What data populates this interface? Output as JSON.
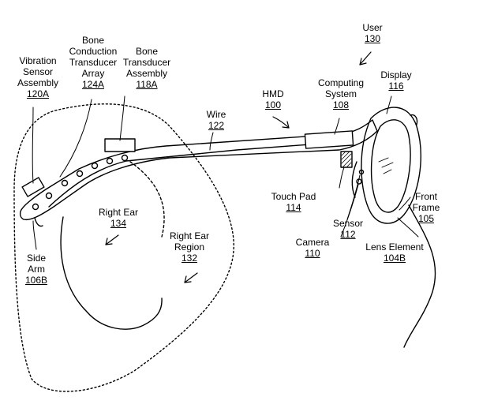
{
  "labels": {
    "vibration_sensor": {
      "lines": [
        "Vibration",
        "Sensor",
        "Assembly"
      ],
      "number": "120A"
    },
    "bone_conduction": {
      "lines": [
        "Bone",
        "Conduction",
        "Transducer",
        "Array"
      ],
      "number": "124A"
    },
    "bone_transducer": {
      "lines": [
        "Bone",
        "Transducer",
        "Assembly"
      ],
      "number": "118A"
    },
    "wire": {
      "lines": [
        "Wire"
      ],
      "number": "122"
    },
    "hmd": {
      "lines": [
        "HMD"
      ],
      "number": "100"
    },
    "computing_system": {
      "lines": [
        "Computing",
        "System"
      ],
      "number": "108"
    },
    "user": {
      "lines": [
        "User"
      ],
      "number": "130"
    },
    "display": {
      "lines": [
        "Display"
      ],
      "number": "116"
    },
    "touch_pad": {
      "lines": [
        "Touch Pad"
      ],
      "number": "114"
    },
    "sensor": {
      "lines": [
        "Sensor"
      ],
      "number": "112"
    },
    "camera": {
      "lines": [
        "Camera"
      ],
      "number": "110"
    },
    "front_frame": {
      "lines": [
        "Front",
        "Frame"
      ],
      "number": "105"
    },
    "lens_element": {
      "lines": [
        "Lens Element"
      ],
      "number": "104B"
    },
    "right_ear": {
      "lines": [
        "Right Ear"
      ],
      "number": "134"
    },
    "right_ear_region": {
      "lines": [
        "Right Ear",
        "Region"
      ],
      "number": "132"
    },
    "side_arm": {
      "lines": [
        "Side",
        "Arm"
      ],
      "number": "106B"
    }
  },
  "colors": {
    "ink": "#000000",
    "background": "#ffffff"
  }
}
